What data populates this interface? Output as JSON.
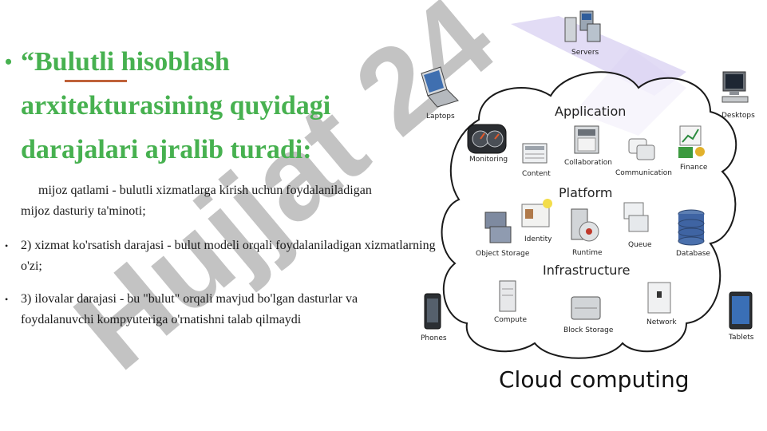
{
  "title": {
    "bullet": "•",
    "line1": "“Bulutli hisoblash",
    "line2": "arxitekturasining quyidagi",
    "line3": "darajalari ajralib turadi:"
  },
  "paragraphs": {
    "p0_line1": "mijoz qatlami - bulutli xizmatlarga kirish uchun foydalaniladigan",
    "p0_line2": "mijoz dasturiy ta'minoti;",
    "p1": "2) xizmat ko'rsatish darajasi - bulut modeli orqali foydalaniladigan xizmatlarning o'zi;",
    "p2": "3) ilovalar darajasi - bu \"bulut\" orqali mavjud bo'lgan dasturlar va foydalanuvchi kompyuteriga o'rnatishni talab qilmaydi",
    "bullet": "•"
  },
  "watermark": {
    "text": "Hujjat 24",
    "color": "#bfbfbf",
    "accent": "#d9d2f2"
  },
  "diagram": {
    "devices": {
      "servers": "Servers",
      "laptops": "Laptops",
      "desktops": "Desktops",
      "phones": "Phones",
      "tablets": "Tablets"
    },
    "sections": {
      "application": "Application",
      "platform": "Platform",
      "infrastructure": "Infrastructure"
    },
    "application_items": {
      "monitoring": "Monitoring",
      "content": "Content",
      "collaboration": "Collaboration",
      "communication": "Communication",
      "finance": "Finance"
    },
    "platform_items": {
      "object_storage": "Object Storage",
      "identity": "Identity",
      "runtime": "Runtime",
      "queue": "Queue",
      "database": "Database"
    },
    "infrastructure_items": {
      "compute": "Compute",
      "block_storage": "Block Storage",
      "network": "Network"
    },
    "caption": "Cloud computing"
  },
  "colors": {
    "title_green": "#47b150",
    "underline": "#c0623a",
    "text": "#1a1a1a"
  }
}
